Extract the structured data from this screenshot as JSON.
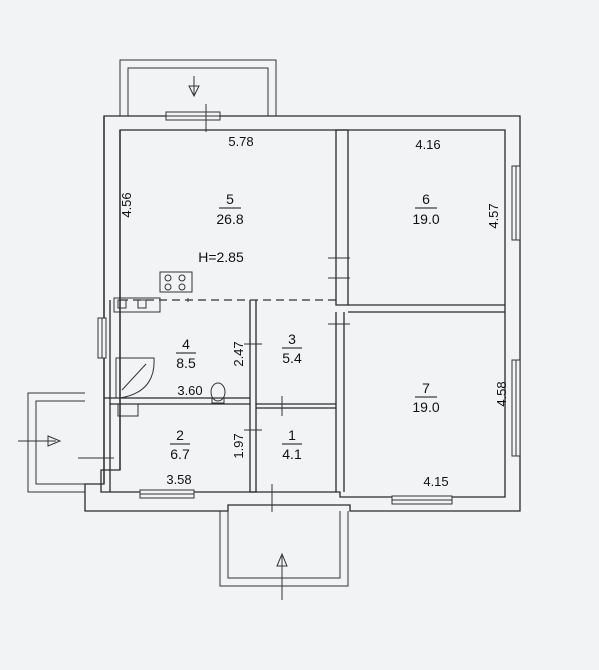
{
  "floor_height": "H=2.85",
  "rooms": [
    {
      "id": "1",
      "area": "4.1"
    },
    {
      "id": "2",
      "area": "6.7"
    },
    {
      "id": "3",
      "area": "5.4"
    },
    {
      "id": "4",
      "area": "8.5"
    },
    {
      "id": "5",
      "area": "26.8"
    },
    {
      "id": "6",
      "area": "19.0"
    },
    {
      "id": "7",
      "area": "19.0"
    }
  ],
  "dimensions": {
    "room5_width": "5.78",
    "room5_height": "4.56",
    "room6_width": "4.16",
    "room6_height": "4.57",
    "room7_height": "4.58",
    "room7_width": "4.15",
    "room4_width": "3.60",
    "room4_height": "2.47",
    "room2_width": "3.58",
    "room2_height": "1.97"
  }
}
